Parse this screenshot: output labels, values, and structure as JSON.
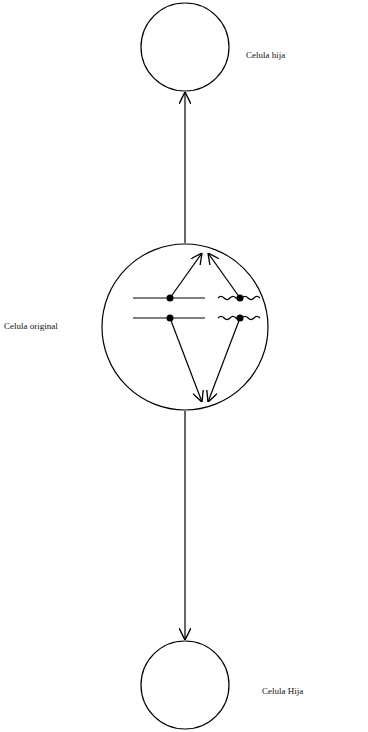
{
  "diagram": {
    "nodes": [
      {
        "text": [
          "Celula hija"
        ]
      },
      {
        "text": [
          "Celula original"
        ]
      },
      {
        "text": [
          "Celula Hija"
        ]
      }
    ],
    "edges": [
      {
        "from": 1,
        "to": 0,
        "arrow": "to"
      },
      {
        "from": 1,
        "to": 2,
        "arrow": "to"
      }
    ]
  }
}
